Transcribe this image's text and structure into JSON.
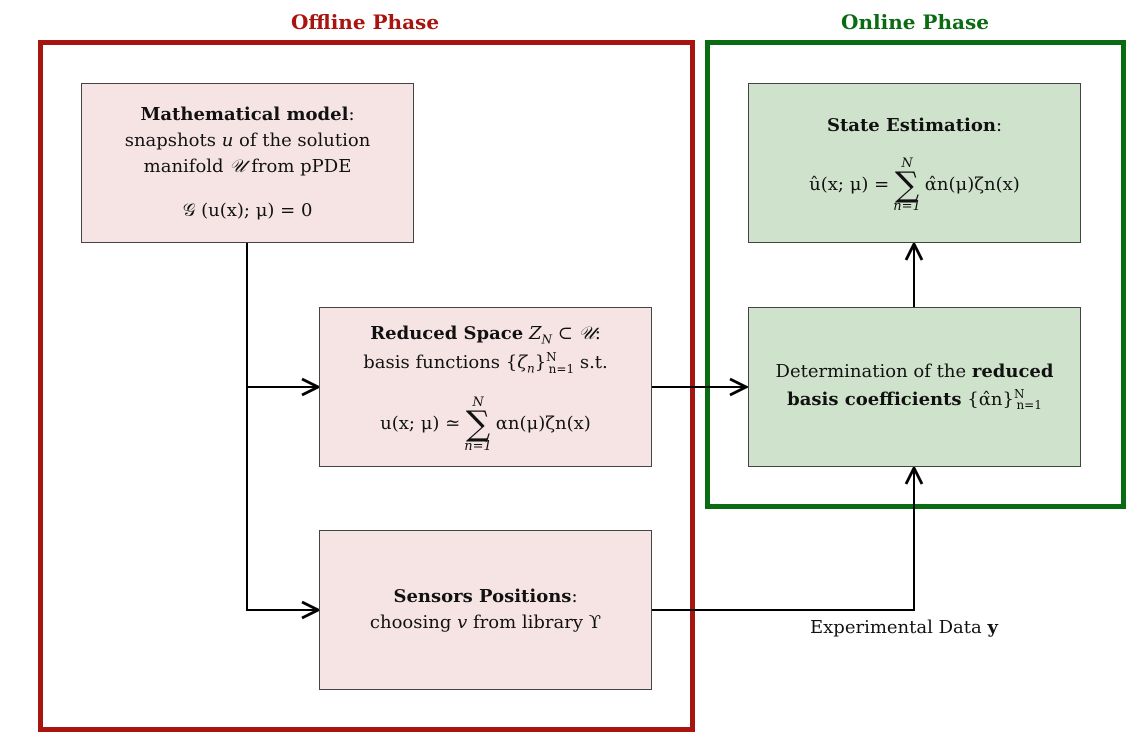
{
  "offline": {
    "title": "Offline Phase",
    "color": "#a8140f"
  },
  "online": {
    "title": "Online Phase",
    "color": "#0b6b12"
  },
  "math_model": {
    "heading": "Mathematical model",
    "line1": "snapshots",
    "line1b": "of the solution",
    "line2": "manifold",
    "line2b": "from pPDE",
    "equation": "𝒢 (u(x); μ) = 0"
  },
  "reduced_space": {
    "heading": "Reduced Space",
    "line1": "basis functions",
    "line1b": "s.t.",
    "lhs": "u(x; μ) ≃",
    "sum_top": "N",
    "sum_bottom": "n=1",
    "rhs": "αn(μ)ζn(x)"
  },
  "sensors": {
    "heading": "Sensors Positions",
    "line1": "choosing",
    "line1b": "from library ϒ"
  },
  "determination": {
    "line1": "Determination of the",
    "line1_bold": "reduced",
    "line2_bold": "basis coefficients",
    "line2b": "{α̂n}"
  },
  "state_estimation": {
    "heading": "State Estimation",
    "lhs": "û(x; μ) =",
    "sum_top": "N",
    "sum_bottom": "n=1",
    "rhs": "α̂n(μ)ζn(x)"
  },
  "experimental": {
    "label": "Experimental Data",
    "symbol": "y"
  }
}
